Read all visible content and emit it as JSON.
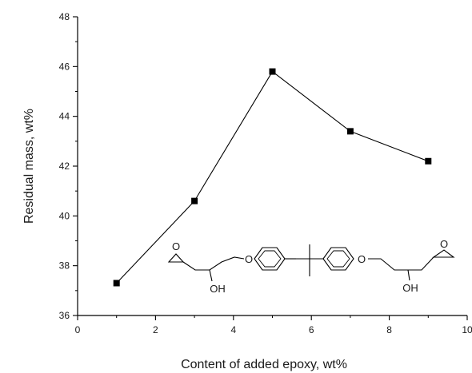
{
  "chart_data": {
    "type": "line",
    "title": "",
    "xlabel": "Content of added epoxy, wt%",
    "ylabel": "Residual mass, wt%",
    "xlim": [
      0,
      10
    ],
    "ylim": [
      36,
      48
    ],
    "x_ticks": [
      0,
      2,
      4,
      6,
      8,
      10
    ],
    "y_ticks": [
      36,
      38,
      40,
      42,
      44,
      46,
      48
    ],
    "grid": false,
    "legend": "none",
    "marker": "square",
    "colors": {
      "line": "#000000",
      "marker": "#000000"
    },
    "series": [
      {
        "x": [
          1,
          3,
          5,
          7,
          9
        ],
        "y": [
          37.3,
          40.6,
          45.8,
          43.4,
          42.2
        ]
      }
    ],
    "annotation": {
      "type": "chemical-structure",
      "labels": [
        "O",
        "O",
        "OH",
        "O",
        "O",
        "OH"
      ]
    }
  }
}
